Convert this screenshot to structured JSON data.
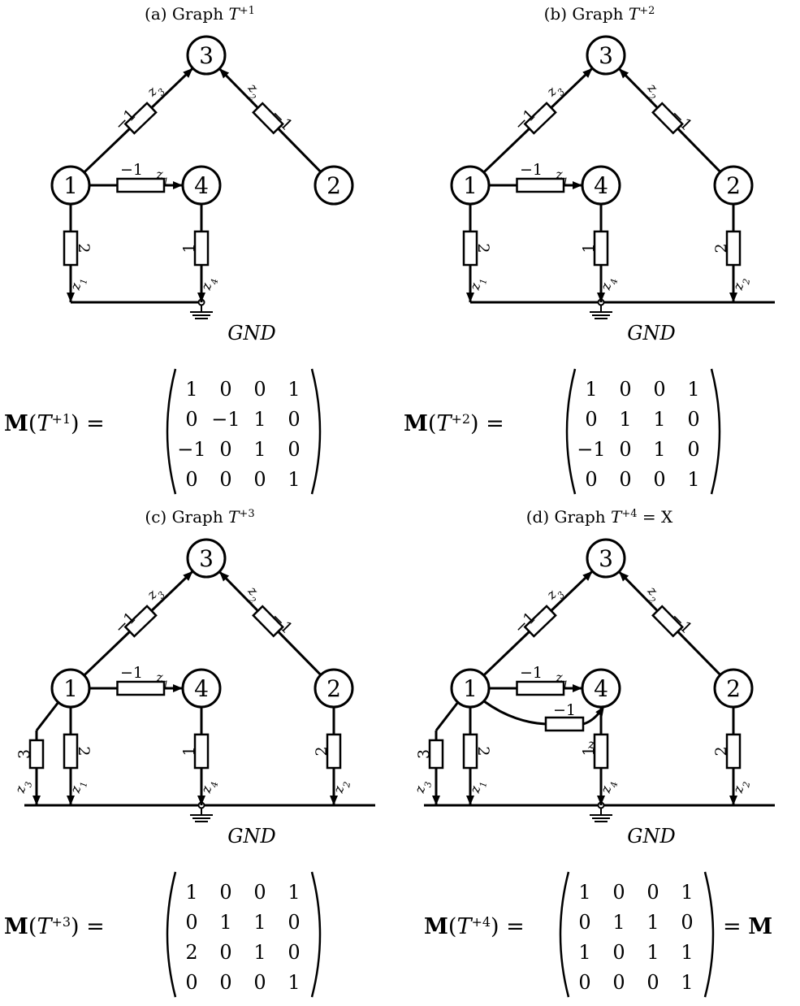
{
  "panels": [
    {
      "id": "a",
      "caption": {
        "prefix": "(a) Graph ",
        "base": "T",
        "sup": "+1",
        "suffix": ""
      },
      "nodes": [
        {
          "id": 3,
          "label": "3"
        },
        {
          "id": 1,
          "label": "1"
        },
        {
          "id": 4,
          "label": "4"
        },
        {
          "id": 2,
          "label": "2"
        }
      ],
      "edges": [
        {
          "from": "1",
          "to": "3",
          "weight": "−1",
          "z": "z3"
        },
        {
          "from": "2",
          "to": "3",
          "weight": "−1",
          "z": "z2"
        },
        {
          "from": "1",
          "to": "4",
          "weight": "−1",
          "z": "z1"
        },
        {
          "from": "1",
          "to": "GND",
          "weight": "2",
          "z": "z1"
        },
        {
          "from": "4",
          "to": "GND",
          "weight": "1",
          "z": "z4"
        }
      ],
      "ground_label": "GND",
      "matrix": {
        "label_base": "M",
        "label_arg": "T",
        "label_sup": "+1",
        "rows": [
          [
            "1",
            "0",
            "0",
            "1"
          ],
          [
            "0",
            "−1",
            "1",
            "0"
          ],
          [
            "−1",
            "0",
            "1",
            "0"
          ],
          [
            "0",
            "0",
            "0",
            "1"
          ]
        ],
        "suffix": ""
      }
    },
    {
      "id": "b",
      "caption": {
        "prefix": "(b) Graph ",
        "base": "T",
        "sup": "+2",
        "suffix": ""
      },
      "nodes": [
        {
          "id": 3,
          "label": "3"
        },
        {
          "id": 1,
          "label": "1"
        },
        {
          "id": 4,
          "label": "4"
        },
        {
          "id": 2,
          "label": "2"
        }
      ],
      "edges": [
        {
          "from": "1",
          "to": "3",
          "weight": "−1",
          "z": "z3"
        },
        {
          "from": "2",
          "to": "3",
          "weight": "−1",
          "z": "z2"
        },
        {
          "from": "1",
          "to": "4",
          "weight": "−1",
          "z": "z1"
        },
        {
          "from": "1",
          "to": "GND",
          "weight": "2",
          "z": "z1"
        },
        {
          "from": "4",
          "to": "GND",
          "weight": "1",
          "z": "z4"
        },
        {
          "from": "2",
          "to": "GND",
          "weight": "2",
          "z": "z2"
        }
      ],
      "ground_label": "GND",
      "matrix": {
        "label_base": "M",
        "label_arg": "T",
        "label_sup": "+2",
        "rows": [
          [
            "1",
            "0",
            "0",
            "1"
          ],
          [
            "0",
            "1",
            "1",
            "0"
          ],
          [
            "−1",
            "0",
            "1",
            "0"
          ],
          [
            "0",
            "0",
            "0",
            "1"
          ]
        ],
        "suffix": ""
      }
    },
    {
      "id": "c",
      "caption": {
        "prefix": "(c) Graph ",
        "base": "T",
        "sup": "+3",
        "suffix": ""
      },
      "nodes": [
        {
          "id": 3,
          "label": "3"
        },
        {
          "id": 1,
          "label": "1"
        },
        {
          "id": 4,
          "label": "4"
        },
        {
          "id": 2,
          "label": "2"
        }
      ],
      "edges": [
        {
          "from": "1",
          "to": "3",
          "weight": "−1",
          "z": "z3"
        },
        {
          "from": "2",
          "to": "3",
          "weight": "−1",
          "z": "z2"
        },
        {
          "from": "1",
          "to": "4",
          "weight": "−1",
          "z": "z1"
        },
        {
          "from": "1",
          "to": "GND",
          "weight": "3",
          "z": "z3"
        },
        {
          "from": "1",
          "to": "GND",
          "weight": "2",
          "z": "z1"
        },
        {
          "from": "4",
          "to": "GND",
          "weight": "1",
          "z": "z4"
        },
        {
          "from": "2",
          "to": "GND",
          "weight": "2",
          "z": "z2"
        }
      ],
      "ground_label": "GND",
      "matrix": {
        "label_base": "M",
        "label_arg": "T",
        "label_sup": "+3",
        "rows": [
          [
            "1",
            "0",
            "0",
            "1"
          ],
          [
            "0",
            "1",
            "1",
            "0"
          ],
          [
            "2",
            "0",
            "1",
            "0"
          ],
          [
            "0",
            "0",
            "0",
            "1"
          ]
        ],
        "suffix": ""
      }
    },
    {
      "id": "d",
      "caption": {
        "prefix": "(d) Graph ",
        "base": "T",
        "sup": "+4",
        "suffix": " = X"
      },
      "nodes": [
        {
          "id": 3,
          "label": "3"
        },
        {
          "id": 1,
          "label": "1"
        },
        {
          "id": 4,
          "label": "4"
        },
        {
          "id": 2,
          "label": "2"
        }
      ],
      "edges": [
        {
          "from": "1",
          "to": "3",
          "weight": "−1",
          "z": "z3"
        },
        {
          "from": "2",
          "to": "3",
          "weight": "−1",
          "z": "z2"
        },
        {
          "from": "1",
          "to": "4",
          "weight": "−1",
          "z": "z1"
        },
        {
          "from": "1",
          "to": "4",
          "weight": "−1",
          "z": "z3"
        },
        {
          "from": "1",
          "to": "GND",
          "weight": "3",
          "z": "z3"
        },
        {
          "from": "1",
          "to": "GND",
          "weight": "2",
          "z": "z1"
        },
        {
          "from": "4",
          "to": "GND",
          "weight": "1",
          "z": "z4"
        },
        {
          "from": "2",
          "to": "GND",
          "weight": "2",
          "z": "z2"
        }
      ],
      "ground_label": "GND",
      "matrix": {
        "label_base": "M",
        "label_arg": "T",
        "label_sup": "+4",
        "rows": [
          [
            "1",
            "0",
            "0",
            "1"
          ],
          [
            "0",
            "1",
            "1",
            "0"
          ],
          [
            "1",
            "0",
            "1",
            "1"
          ],
          [
            "0",
            "0",
            "0",
            "1"
          ]
        ],
        "suffix": "= M"
      }
    }
  ]
}
